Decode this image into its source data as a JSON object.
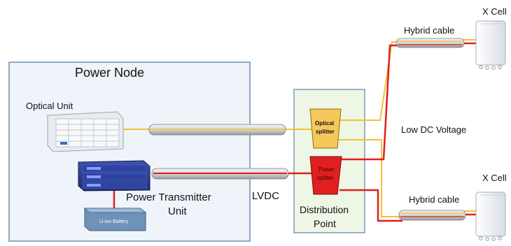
{
  "power_node": {
    "title": "Power Node"
  },
  "optical_unit": {
    "label": "Optical Unit"
  },
  "power_transmitter": {
    "label_line1": "Power Transmitter",
    "label_line2": "Unit"
  },
  "battery": {
    "label": "Li-ion Battery"
  },
  "lvdc": {
    "label": "LVDC"
  },
  "distribution_point": {
    "label_line1": "Distribution",
    "label_line2": "Point"
  },
  "optical_splitter": {
    "label_line1": "Optical",
    "label_line2": "splitter"
  },
  "power_splitter": {
    "label_line1": "Power",
    "label_line2": "splitter"
  },
  "low_dc_voltage": {
    "label": "Low DC Voltage"
  },
  "x_cell_top": {
    "label": "X Cell"
  },
  "x_cell_bottom": {
    "label": "X Cell"
  },
  "hybrid_cable_top": {
    "label": "Hybrid cable"
  },
  "hybrid_cable_bottom": {
    "label": "Hybrid cable"
  },
  "colors": {
    "optical_line": "#f2c230",
    "power_line": "#e01e1e",
    "node_fill": "#eef4fa",
    "node_border": "#6f8fb0",
    "dp_fill": "#eef6e6",
    "dp_border": "#7a9bb8",
    "optical_splitter": "#f5c85a",
    "power_splitter": "#e02020",
    "transmitter": "#2a3a8a",
    "battery": "#6f92b8"
  }
}
